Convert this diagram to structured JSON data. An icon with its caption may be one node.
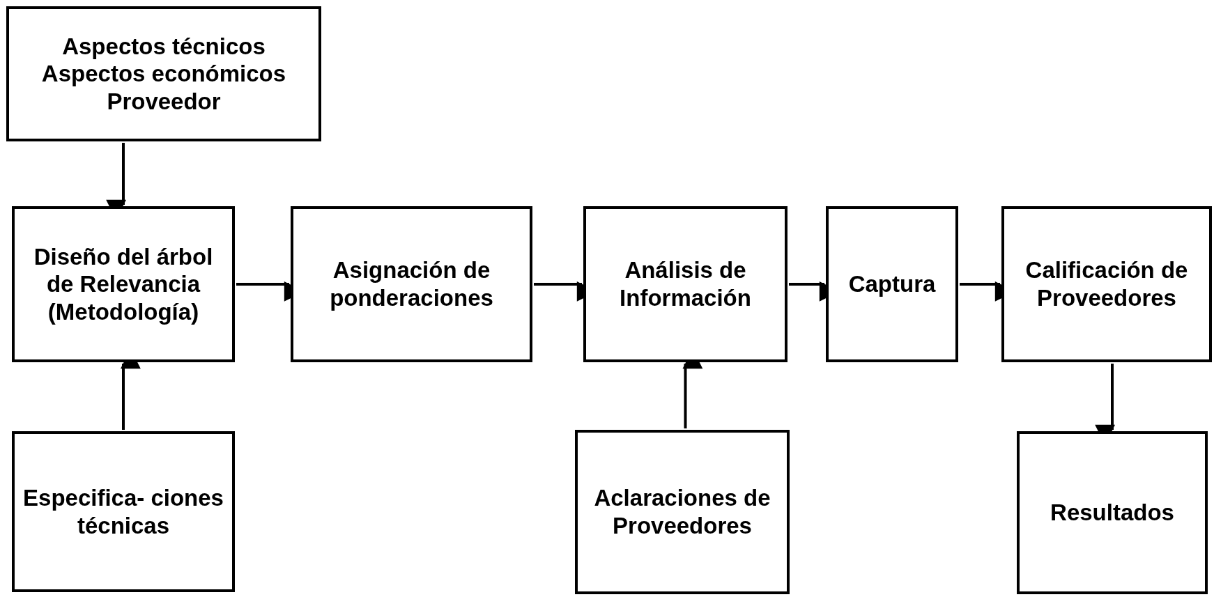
{
  "diagram": {
    "nodes": [
      {
        "text": [
          "Aspectos técnicos Aspectos económicos Proveedor"
        ]
      },
      {
        "text": [
          "Diseño del árbol de Relevancia (Metodología)"
        ]
      },
      {
        "text": [
          "Especifica- ciones técnicas"
        ]
      },
      {
        "text": [
          "Asignación de ponderaciones"
        ]
      },
      {
        "text": [
          "Análisis de Información"
        ]
      },
      {
        "text": [
          "Captura"
        ]
      },
      {
        "text": [
          "Calificación de Proveedores"
        ]
      },
      {
        "text": [
          "Aclaraciones de Proveedores"
        ]
      },
      {
        "text": [
          "Resultados"
        ]
      }
    ],
    "edges": [
      {
        "from": 0,
        "to": 1,
        "arrow": "to"
      },
      {
        "from": 2,
        "to": 1,
        "arrow": "to"
      },
      {
        "from": 1,
        "to": 3,
        "arrow": "to"
      },
      {
        "from": 3,
        "to": 4,
        "arrow": "to"
      },
      {
        "from": 4,
        "to": 5,
        "arrow": "to"
      },
      {
        "from": 5,
        "to": 6,
        "arrow": "to"
      },
      {
        "from": 7,
        "to": 4,
        "arrow": "to"
      },
      {
        "from": 6,
        "to": 8,
        "arrow": "to"
      }
    ]
  }
}
